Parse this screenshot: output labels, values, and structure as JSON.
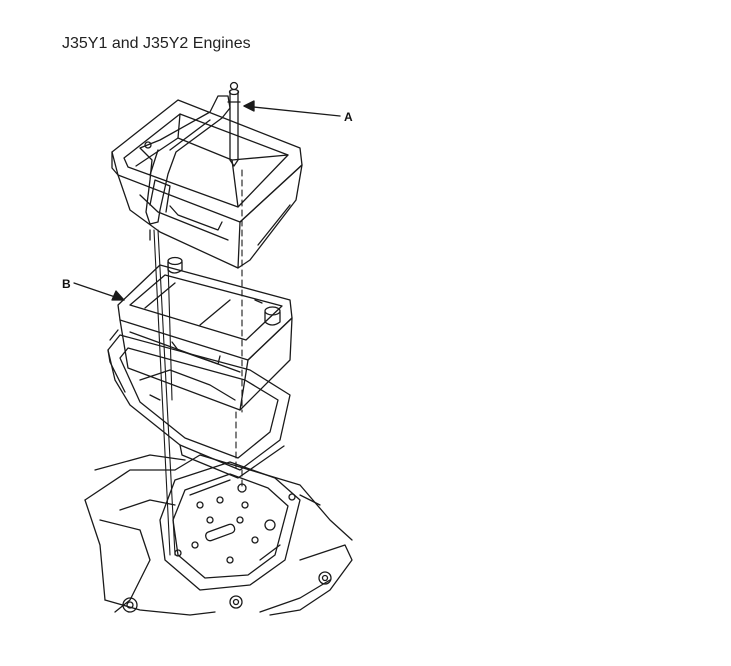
{
  "page": {
    "title": "J35Y1 and J35Y2 Engines"
  },
  "diagram": {
    "callouts": [
      {
        "id": "A",
        "label": "A",
        "part": "hold-down-bracket"
      },
      {
        "id": "B",
        "label": "B",
        "part": "battery"
      }
    ],
    "line_color": "#1a1a1a"
  }
}
